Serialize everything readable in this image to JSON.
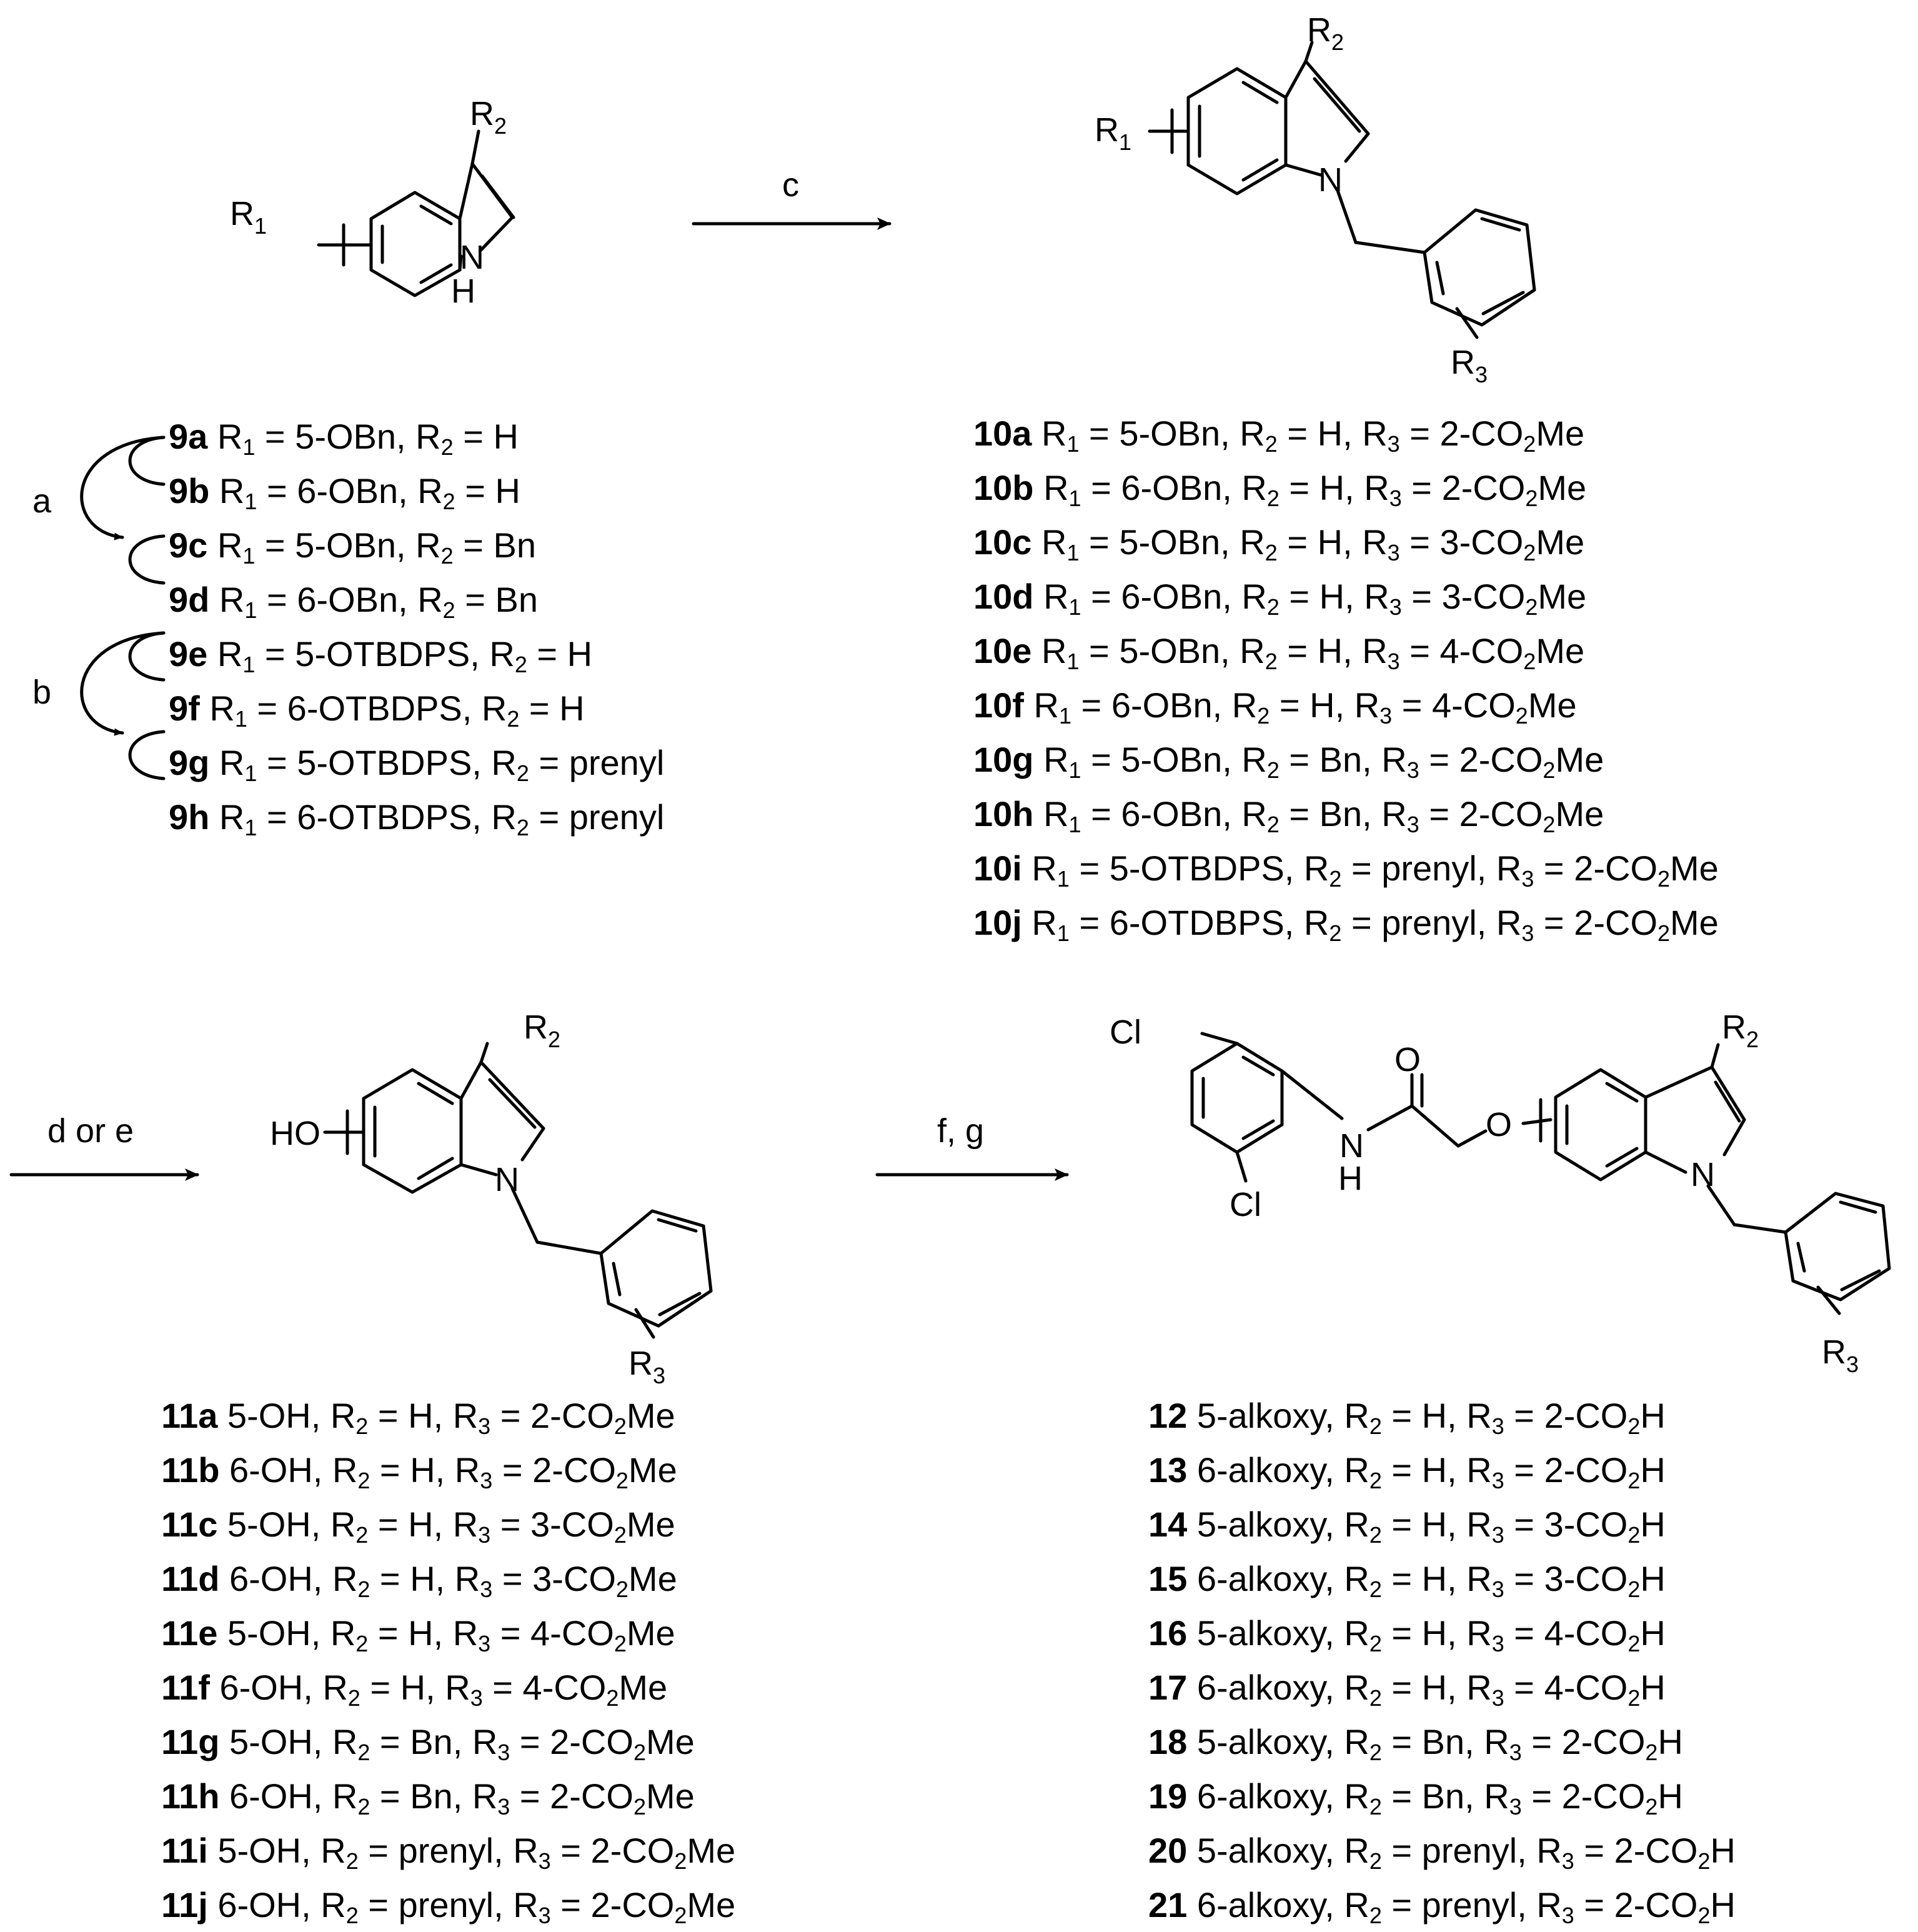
{
  "reagents": {
    "a": "a",
    "b": "b",
    "c": "c",
    "d_or_e": "d or e",
    "f_g": "f, g"
  },
  "atoms": {
    "R": "R",
    "N": "N",
    "H": "H",
    "O": "O",
    "Cl": "Cl",
    "HO": "HO",
    "sub1": "1",
    "sub2": "2",
    "sub3": "3"
  },
  "list9": [
    {
      "id": "9a",
      "r1": "5-OBn",
      "r2": "H"
    },
    {
      "id": "9b",
      "r1": "6-OBn",
      "r2": "H"
    },
    {
      "id": "9c",
      "r1": "5-OBn",
      "r2": "Bn"
    },
    {
      "id": "9d",
      "r1": "6-OBn",
      "r2": "Bn"
    },
    {
      "id": "9e",
      "r1": "5-OTBDPS",
      "r2": "H"
    },
    {
      "id": "9f",
      "r1": "6-OTBDPS",
      "r2": "H"
    },
    {
      "id": "9g",
      "r1": "5-OTBDPS",
      "r2": "prenyl"
    },
    {
      "id": "9h",
      "r1": "6-OTBDPS",
      "r2": "prenyl"
    }
  ],
  "list10": [
    {
      "id": "10a",
      "r1": "5-OBn",
      "r2": "H",
      "r3": "2-CO",
      "r3b": "Me"
    },
    {
      "id": "10b",
      "r1": "6-OBn",
      "r2": "H",
      "r3": "2-CO",
      "r3b": "Me"
    },
    {
      "id": "10c",
      "r1": "5-OBn",
      "r2": "H",
      "r3": "3-CO",
      "r3b": "Me"
    },
    {
      "id": "10d",
      "r1": "6-OBn",
      "r2": "H",
      "r3": "3-CO",
      "r3b": "Me"
    },
    {
      "id": "10e",
      "r1": "5-OBn",
      "r2": "H",
      "r3": "4-CO",
      "r3b": "Me"
    },
    {
      "id": "10f",
      "r1": "6-OBn",
      "r2": "H",
      "r3": "4-CO",
      "r3b": "Me"
    },
    {
      "id": "10g",
      "r1": "5-OBn",
      "r2": "Bn",
      "r3": "2-CO",
      "r3b": "Me"
    },
    {
      "id": "10h",
      "r1": "6-OBn",
      "r2": "Bn",
      "r3": "2-CO",
      "r3b": "Me"
    },
    {
      "id": "10i",
      "r1": "5-OTBDPS",
      "r2": "prenyl",
      "r3": "2-CO",
      "r3b": "Me"
    },
    {
      "id": "10j",
      "r1": "6-OTDBPS",
      "r2": "prenyl",
      "r3": "2-CO",
      "r3b": "Me"
    }
  ],
  "list11": [
    {
      "id": "11a",
      "pos": "5-OH",
      "r2": "H",
      "r3": "2-CO",
      "r3b": "Me"
    },
    {
      "id": "11b",
      "pos": "6-OH",
      "r2": "H",
      "r3": "2-CO",
      "r3b": "Me"
    },
    {
      "id": "11c",
      "pos": "5-OH",
      "r2": "H",
      "r3": "3-CO",
      "r3b": "Me"
    },
    {
      "id": "11d",
      "pos": "6-OH",
      "r2": "H",
      "r3": "3-CO",
      "r3b": "Me"
    },
    {
      "id": "11e",
      "pos": "5-OH",
      "r2": "H",
      "r3": "4-CO",
      "r3b": "Me"
    },
    {
      "id": "11f",
      "pos": "6-OH",
      "r2": "H",
      "r3": "4-CO",
      "r3b": "Me"
    },
    {
      "id": "11g",
      "pos": "5-OH",
      "r2": "Bn",
      "r3": "2-CO",
      "r3b": "Me"
    },
    {
      "id": "11h",
      "pos": "6-OH",
      "r2": "Bn",
      "r3": "2-CO",
      "r3b": "Me"
    },
    {
      "id": "11i",
      "pos": "5-OH",
      "r2": "prenyl",
      "r3": "2-CO",
      "r3b": "Me"
    },
    {
      "id": "11j",
      "pos": "6-OH",
      "r2": "prenyl",
      "r3": "2-CO",
      "r3b": "Me"
    }
  ],
  "list12": [
    {
      "id": "12",
      "pos": "5-alkoxy",
      "r2": "H",
      "r3": "2-CO",
      "r3b": "H"
    },
    {
      "id": "13",
      "pos": "6-alkoxy",
      "r2": "H",
      "r3": "2-CO",
      "r3b": "H"
    },
    {
      "id": "14",
      "pos": "5-alkoxy",
      "r2": "H",
      "r3": "3-CO",
      "r3b": "H"
    },
    {
      "id": "15",
      "pos": "6-alkoxy",
      "r2": "H",
      "r3": "3-CO",
      "r3b": "H"
    },
    {
      "id": "16",
      "pos": "5-alkoxy",
      "r2": "H",
      "r3": "4-CO",
      "r3b": "H"
    },
    {
      "id": "17",
      "pos": "6-alkoxy",
      "r2": "H",
      "r3": "4-CO",
      "r3b": "H"
    },
    {
      "id": "18",
      "pos": "5-alkoxy",
      "r2": "Bn",
      "r3": "2-CO",
      "r3b": "H"
    },
    {
      "id": "19",
      "pos": "6-alkoxy",
      "r2": "Bn",
      "r3": "2-CO",
      "r3b": "H"
    },
    {
      "id": "20",
      "pos": "5-alkoxy",
      "r2": "prenyl",
      "r3": "2-CO",
      "r3b": "H"
    },
    {
      "id": "21",
      "pos": "6-alkoxy",
      "r2": "prenyl",
      "r3": "2-CO",
      "r3b": "H"
    }
  ]
}
